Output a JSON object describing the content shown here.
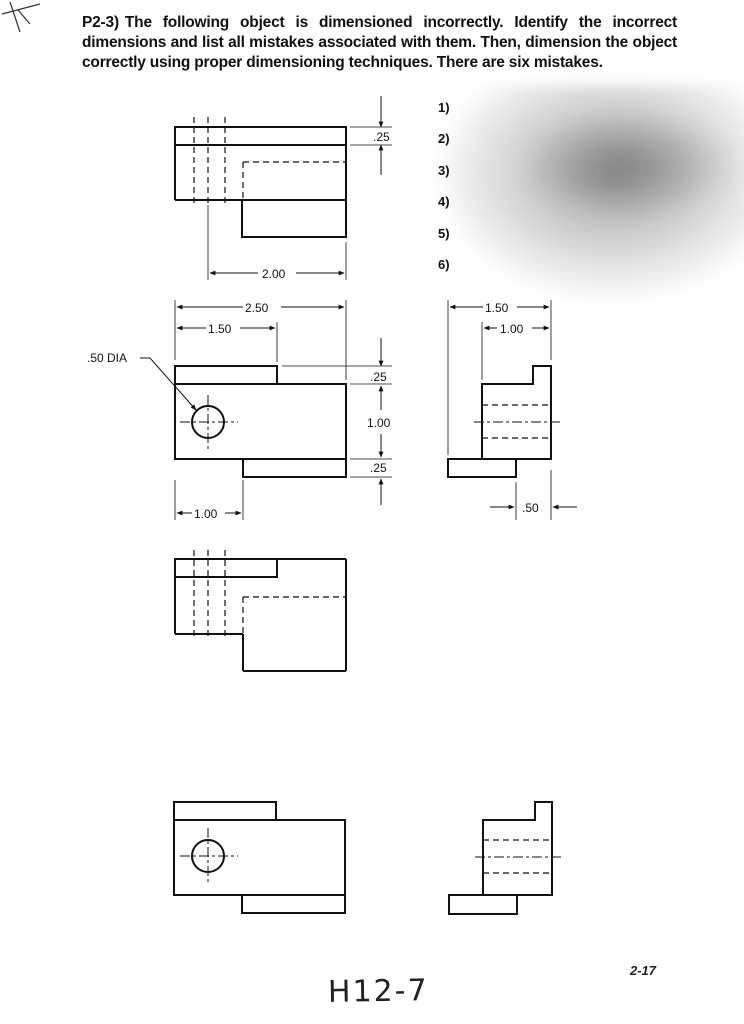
{
  "problem": {
    "number": "P2-3)",
    "text": "The following object is dimensioned incorrectly.  Identify the incorrect dimensions and list all mistakes associated with them.  Then, dimension the object correctly using proper dimensioning techniques.  There are six mistakes."
  },
  "mistake_list": [
    "1)",
    "2)",
    "3)",
    "4)",
    "5)",
    "6)"
  ],
  "dimensions": {
    "top_view_height": ".25",
    "top_view_width": "2.00",
    "front_overall_width": "2.50",
    "front_step_width": "1.50",
    "hole_callout": ".50 DIA",
    "front_top_step": ".25",
    "front_middle": "1.00",
    "front_bottom_step": ".25",
    "hole_location": "1.00",
    "side_overall_width": "1.50",
    "side_step_width": "1.00",
    "side_base": ".50"
  },
  "handwriting": "H12-7",
  "page_number": "2-17"
}
